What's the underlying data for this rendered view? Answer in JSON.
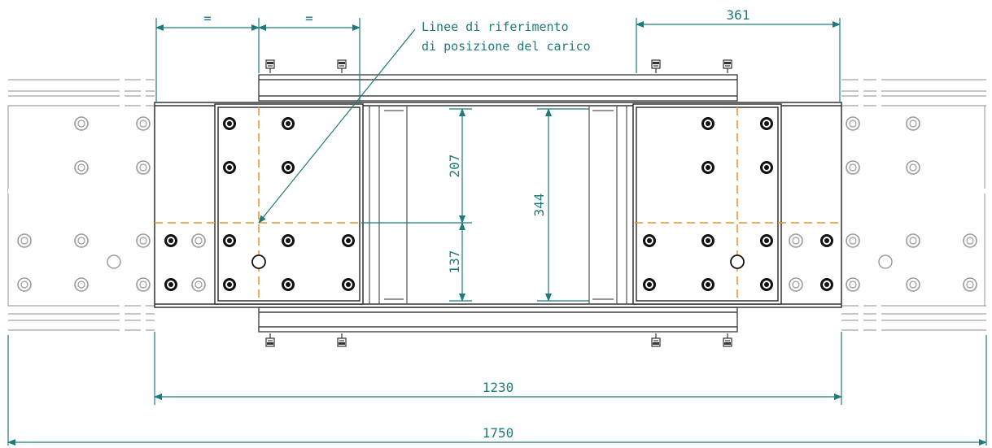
{
  "annotation": {
    "line1": "Linee di riferimento",
    "line2": "di posizione del carico"
  },
  "dimensions": {
    "equal_left": "=",
    "equal_right": "=",
    "top_right": "361",
    "vertical_upper": "207",
    "vertical_lower": "137",
    "vertical_total": "344",
    "bottom_inner": "1230",
    "bottom_overall": "1750"
  },
  "colors": {
    "line": "#555555",
    "dimension": "#1f7a7a",
    "reference": "#e8902a"
  }
}
